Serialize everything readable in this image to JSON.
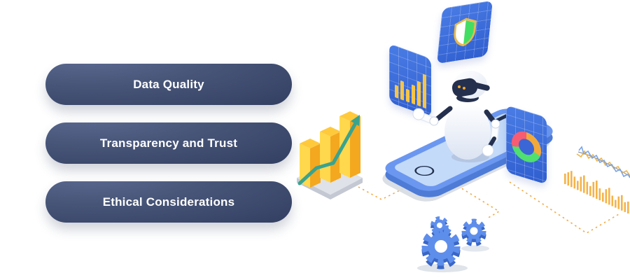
{
  "topics": {
    "items": [
      {
        "label": "Data Quality"
      },
      {
        "label": "Transparency and Trust"
      },
      {
        "label": "Ethical Considerations"
      }
    ]
  },
  "illustration": {
    "description": "robot standing on isometric smartphone surrounded by analytics panels",
    "panels": [
      {
        "name": "bar-chart-panel",
        "icon": "bar-chart-icon",
        "bar_heights": [
          18,
          27,
          18,
          27,
          35,
          48
        ]
      },
      {
        "name": "shield-panel",
        "icon": "shield-icon"
      },
      {
        "name": "donut-chart-panel",
        "icon": "donut-chart-icon",
        "segments": [
          {
            "color": "#f2a93c",
            "sweep_deg": 110
          },
          {
            "color": "#4fe070",
            "sweep_deg": 145
          },
          {
            "color": "#f85c73",
            "sweep_deg": 105
          }
        ]
      }
    ],
    "side_graphics": [
      "isometric-growth-bars-with-arrow",
      "gears",
      "descending-trend-chart",
      "dotted-connectors"
    ]
  },
  "colors": {
    "pill_top": "#4e5c7d",
    "pill_bottom": "#2f3b5e",
    "pill_text": "#ffffff",
    "panel_blue": "#3b6ad9",
    "phone_body": "#6b97f0",
    "phone_screen": "#c3daf8",
    "robot_dark": "#25304e",
    "gear_blue": "#5e8eec",
    "bar_yellow_light": "#ffd64f",
    "bar_yellow_dark": "#f5a623",
    "arrow_green": "#3aa38e",
    "shield_green": "#44dd63",
    "shield_gold": "#e9b94d",
    "dotted_orange": "#f0a63c",
    "trend_blue": "#7aa5e9"
  }
}
